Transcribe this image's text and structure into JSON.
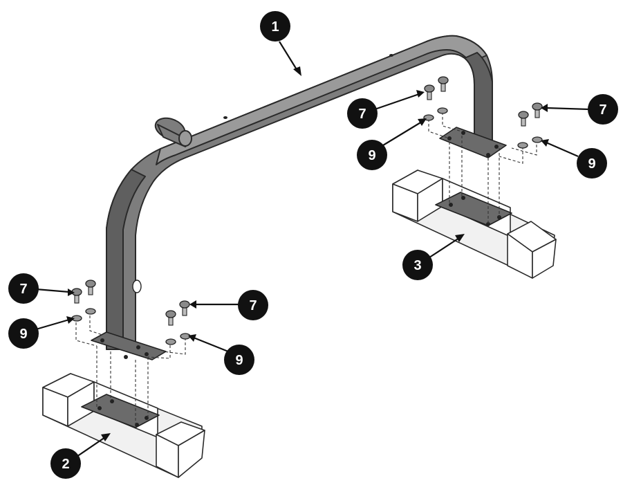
{
  "callouts": [
    {
      "id": "frame",
      "label": "1"
    },
    {
      "id": "foot-left",
      "label": "2"
    },
    {
      "id": "foot-right",
      "label": "3"
    },
    {
      "id": "bolt-left-a",
      "label": "7"
    },
    {
      "id": "bolt-left-b",
      "label": "7"
    },
    {
      "id": "bolt-right-a",
      "label": "7"
    },
    {
      "id": "bolt-right-b",
      "label": "7"
    },
    {
      "id": "washer-left-a",
      "label": "9"
    },
    {
      "id": "washer-left-b",
      "label": "9"
    },
    {
      "id": "washer-right-a",
      "label": "9"
    },
    {
      "id": "washer-right-b",
      "label": "9"
    }
  ],
  "colors": {
    "frame": "#7d7d7d",
    "callout_fill": "#111111",
    "foot": "#ffffff"
  }
}
